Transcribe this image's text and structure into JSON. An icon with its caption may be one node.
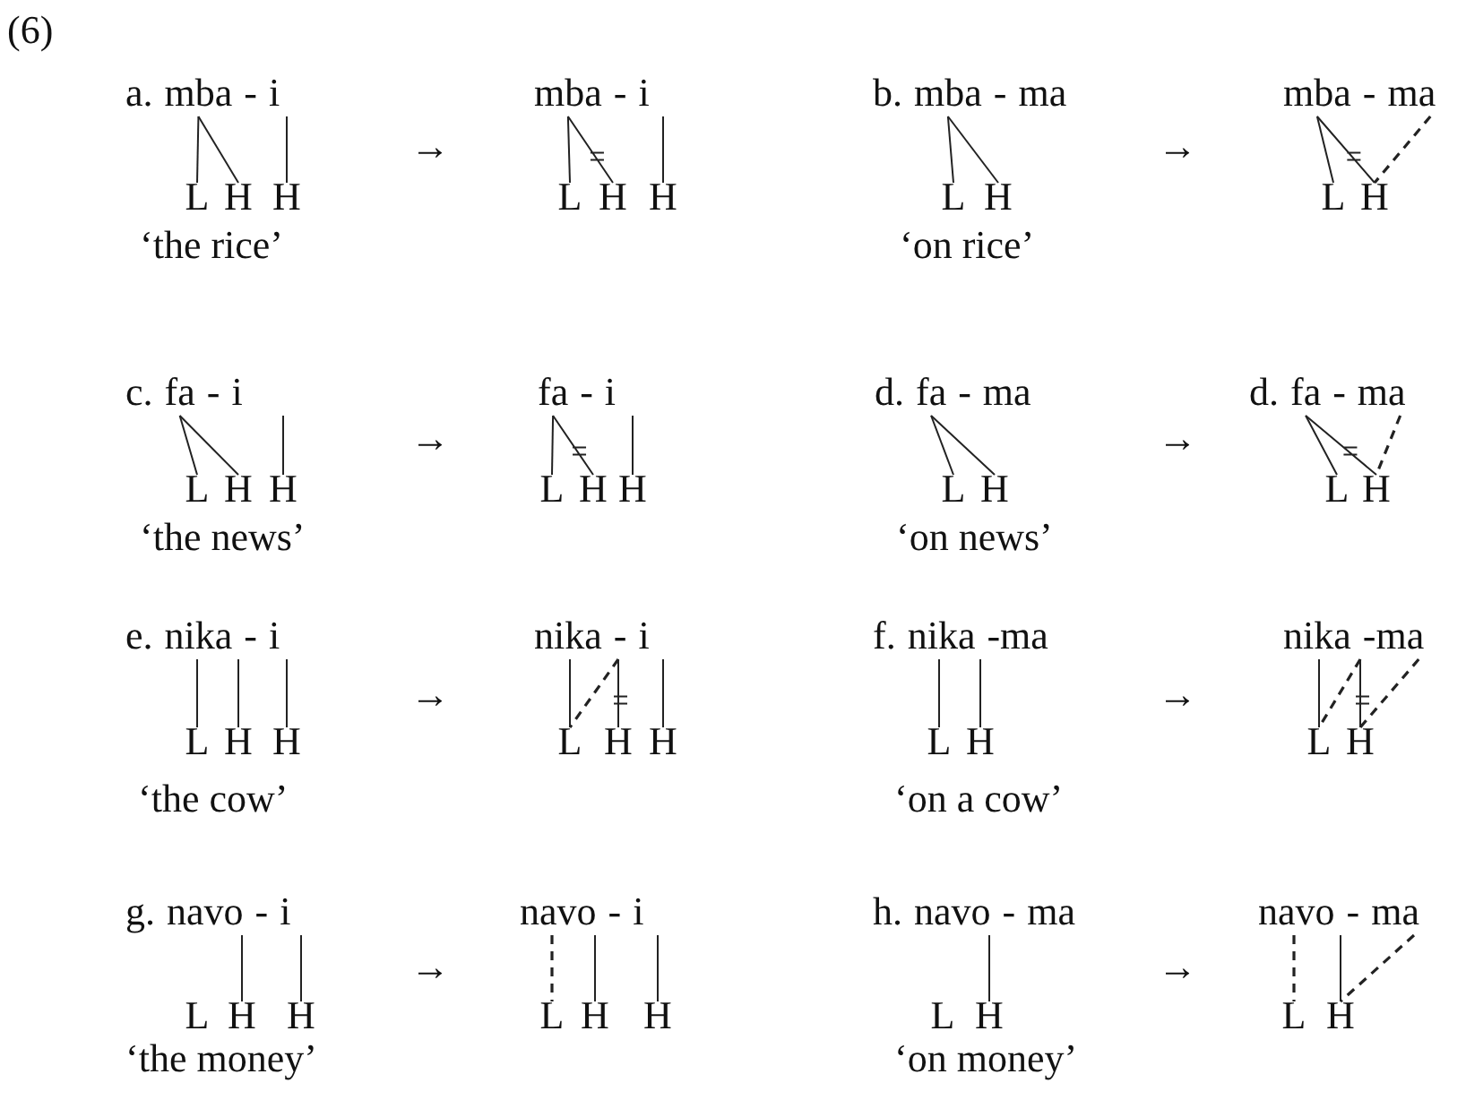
{
  "diagram": {
    "title": "(6)",
    "nodes": [
      {
        "text": [
          "mba"
        ]
      },
      {
        "text": [
          "i"
        ]
      },
      {
        "text": [
          "L"
        ]
      },
      {
        "text": [
          "H"
        ]
      },
      {
        "text": [
          "H"
        ]
      },
      {
        "text": [
          "mba"
        ]
      },
      {
        "text": [
          "i"
        ]
      },
      {
        "text": [
          "L"
        ]
      },
      {
        "text": [
          "H"
        ]
      },
      {
        "text": [
          "H"
        ]
      },
      {
        "text": [
          "mba"
        ]
      },
      {
        "text": [
          "ma"
        ]
      },
      {
        "text": [
          "L"
        ]
      },
      {
        "text": [
          "H"
        ]
      },
      {
        "text": [
          "mba"
        ]
      },
      {
        "text": [
          "ma"
        ]
      },
      {
        "text": [
          "L"
        ]
      },
      {
        "text": [
          "H"
        ]
      },
      {
        "text": [
          "fa"
        ]
      },
      {
        "text": [
          "i"
        ]
      },
      {
        "text": [
          "L"
        ]
      },
      {
        "text": [
          "H"
        ]
      },
      {
        "text": [
          "H"
        ]
      },
      {
        "text": [
          "fa"
        ]
      },
      {
        "text": [
          "i"
        ]
      },
      {
        "text": [
          "L"
        ]
      },
      {
        "text": [
          "H"
        ]
      },
      {
        "text": [
          "H"
        ]
      },
      {
        "text": [
          "fa"
        ]
      },
      {
        "text": [
          "ma"
        ]
      },
      {
        "text": [
          "L"
        ]
      },
      {
        "text": [
          "H"
        ]
      },
      {
        "text": [
          "fa"
        ]
      },
      {
        "text": [
          "ma"
        ]
      },
      {
        "text": [
          "L"
        ]
      },
      {
        "text": [
          "H"
        ]
      },
      {
        "text": [
          "ni"
        ]
      },
      {
        "text": [
          "ka"
        ]
      },
      {
        "text": [
          "i"
        ]
      },
      {
        "text": [
          "L"
        ]
      },
      {
        "text": [
          "H"
        ]
      },
      {
        "text": [
          "H"
        ]
      },
      {
        "text": [
          "ni"
        ]
      },
      {
        "text": [
          "ka"
        ]
      },
      {
        "text": [
          "i"
        ]
      },
      {
        "text": [
          "L"
        ]
      },
      {
        "text": [
          "H"
        ]
      },
      {
        "text": [
          "H"
        ]
      },
      {
        "text": [
          "ni"
        ]
      },
      {
        "text": [
          "ka"
        ]
      },
      {
        "text": [
          "ma"
        ]
      },
      {
        "text": [
          "L"
        ]
      },
      {
        "text": [
          "H"
        ]
      },
      {
        "text": [
          "ni"
        ]
      },
      {
        "text": [
          "ka"
        ]
      },
      {
        "text": [
          "ma"
        ]
      },
      {
        "text": [
          "L"
        ]
      },
      {
        "text": [
          "H"
        ]
      },
      {
        "text": [
          "na"
        ]
      },
      {
        "text": [
          "vo"
        ]
      },
      {
        "text": [
          "i"
        ]
      },
      {
        "text": [
          "L"
        ]
      },
      {
        "text": [
          "H"
        ]
      },
      {
        "text": [
          "H"
        ]
      },
      {
        "text": [
          "na"
        ]
      },
      {
        "text": [
          "vo"
        ]
      },
      {
        "text": [
          "i"
        ]
      },
      {
        "text": [
          "L"
        ]
      },
      {
        "text": [
          "H"
        ]
      },
      {
        "text": [
          "H"
        ]
      },
      {
        "text": [
          "na"
        ]
      },
      {
        "text": [
          "vo"
        ]
      },
      {
        "text": [
          "ma"
        ]
      },
      {
        "text": [
          "L"
        ]
      },
      {
        "text": [
          "H"
        ]
      },
      {
        "text": [
          "na"
        ]
      },
      {
        "text": [
          "vo"
        ]
      },
      {
        "text": [
          "ma"
        ]
      },
      {
        "text": [
          "L"
        ]
      },
      {
        "text": [
          "H"
        ]
      }
    ],
    "edges": [
      {
        "from": 0,
        "to": 2,
        "arrow": "none"
      },
      {
        "from": 0,
        "to": 3,
        "arrow": "none"
      },
      {
        "from": 1,
        "to": 4,
        "arrow": "none"
      },
      {
        "from": 5,
        "to": 7,
        "arrow": "none"
      },
      {
        "from": 5,
        "to": 8,
        "arrow": "none"
      },
      {
        "from": 6,
        "to": 9,
        "arrow": "none"
      },
      {
        "from": 10,
        "to": 12,
        "arrow": "none"
      },
      {
        "from": 10,
        "to": 13,
        "arrow": "none"
      },
      {
        "from": 14,
        "to": 16,
        "arrow": "none"
      },
      {
        "from": 14,
        "to": 17,
        "arrow": "none"
      },
      {
        "from": 15,
        "to": 17,
        "arrow": "none",
        "style": "dashed"
      },
      {
        "from": 18,
        "to": 20,
        "arrow": "none"
      },
      {
        "from": 18,
        "to": 21,
        "arrow": "none"
      },
      {
        "from": 19,
        "to": 22,
        "arrow": "none"
      },
      {
        "from": 23,
        "to": 25,
        "arrow": "none"
      },
      {
        "from": 23,
        "to": 26,
        "arrow": "none"
      },
      {
        "from": 24,
        "to": 27,
        "arrow": "none"
      },
      {
        "from": 28,
        "to": 30,
        "arrow": "none"
      },
      {
        "from": 28,
        "to": 31,
        "arrow": "none"
      },
      {
        "from": 32,
        "to": 34,
        "arrow": "none"
      },
      {
        "from": 32,
        "to": 35,
        "arrow": "none"
      },
      {
        "from": 33,
        "to": 35,
        "arrow": "none",
        "style": "dashed"
      },
      {
        "from": 36,
        "to": 39,
        "arrow": "none"
      },
      {
        "from": 37,
        "to": 40,
        "arrow": "none"
      },
      {
        "from": 38,
        "to": 41,
        "arrow": "none"
      },
      {
        "from": 42,
        "to": 45,
        "arrow": "none"
      },
      {
        "from": 43,
        "to": 45,
        "arrow": "none",
        "style": "dashed"
      },
      {
        "from": 43,
        "to": 46,
        "arrow": "none"
      },
      {
        "from": 44,
        "to": 47,
        "arrow": "none"
      },
      {
        "from": 48,
        "to": 51,
        "arrow": "none"
      },
      {
        "from": 49,
        "to": 52,
        "arrow": "none"
      },
      {
        "from": 53,
        "to": 56,
        "arrow": "none"
      },
      {
        "from": 54,
        "to": 56,
        "arrow": "none",
        "style": "dashed"
      },
      {
        "from": 54,
        "to": 57,
        "arrow": "none"
      },
      {
        "from": 55,
        "to": 57,
        "arrow": "none",
        "style": "dashed"
      },
      {
        "from": 59,
        "to": 62,
        "arrow": "none"
      },
      {
        "from": 60,
        "to": 63,
        "arrow": "none"
      },
      {
        "from": 64,
        "to": 67,
        "arrow": "none",
        "style": "dashed"
      },
      {
        "from": 65,
        "to": 68,
        "arrow": "none"
      },
      {
        "from": 66,
        "to": 69,
        "arrow": "none"
      },
      {
        "from": 71,
        "to": 74,
        "arrow": "none"
      },
      {
        "from": 75,
        "to": 78,
        "arrow": "none",
        "style": "dashed"
      },
      {
        "from": 76,
        "to": 79,
        "arrow": "none"
      },
      {
        "from": 77,
        "to": 79,
        "arrow": "none",
        "style": "dashed"
      }
    ],
    "labels": [
      "a.",
      "-",
      "‘the rice’",
      "→",
      "-",
      "b.",
      "-",
      "‘on rice’",
      "→",
      "-",
      "c.",
      "-",
      "‘the news’",
      "→",
      "-",
      "d.",
      "-",
      "‘on news’",
      "→",
      "d.",
      "-",
      "e.",
      "-",
      "‘the cow’",
      "→",
      "-",
      "f.",
      "-",
      "‘on a cow’",
      "→",
      "-",
      "g.",
      "-",
      "‘the money’",
      "→",
      "-",
      "h.",
      "-",
      "‘on money’",
      "→",
      "-"
    ]
  }
}
